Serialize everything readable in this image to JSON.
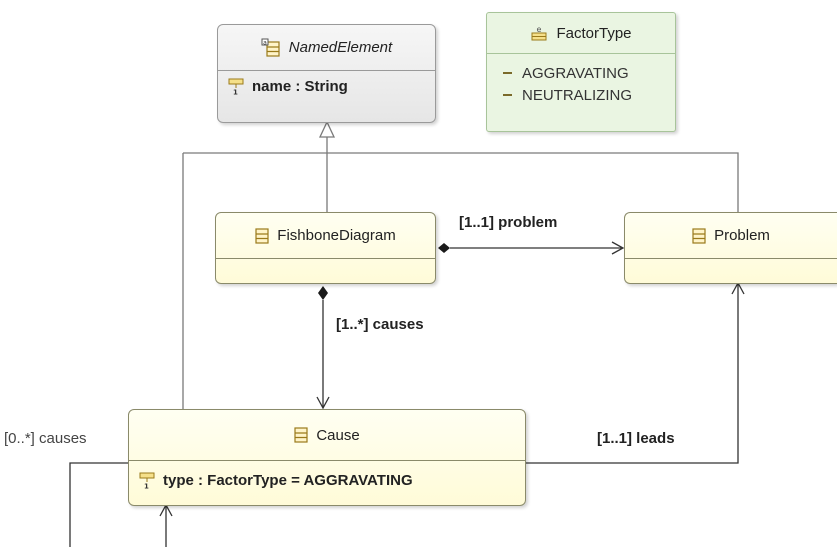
{
  "classes": {
    "named_element": {
      "name": "NamedElement",
      "attribute": "name : String",
      "icon": "abstract-class-icon"
    },
    "factor_type": {
      "name": "FactorType",
      "literals": [
        "AGGRAVATING",
        "NEUTRALIZING"
      ],
      "icon": "enumeration-icon"
    },
    "fishbone": {
      "name": "FishboneDiagram",
      "icon": "class-icon"
    },
    "problem": {
      "name": "Problem",
      "icon": "class-icon"
    },
    "cause": {
      "name": "Cause",
      "attribute": "type : FactorType = AGGRAVATING",
      "icon": "class-icon"
    }
  },
  "associations": {
    "problem_ref": "[1..1] problem",
    "causes_ref": "[1..*] causes",
    "self_causes": "[0..*] causes",
    "leads_ref": "[1..1] leads"
  },
  "colors": {
    "class_fill": "#fffbd8",
    "abstract_fill": "#e6e6e6",
    "enum_fill": "#eaf5e2",
    "edge": "#666666"
  }
}
